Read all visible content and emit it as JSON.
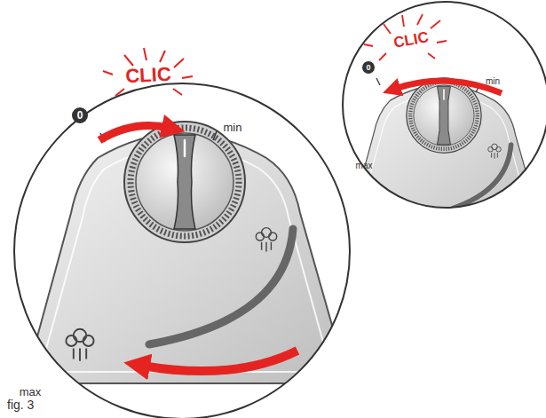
{
  "diagram": {
    "labels": [
      "CLIC",
      "0",
      "min",
      "max",
      "CLIC",
      "0",
      "min",
      "max",
      "fig. 3"
    ]
  }
}
